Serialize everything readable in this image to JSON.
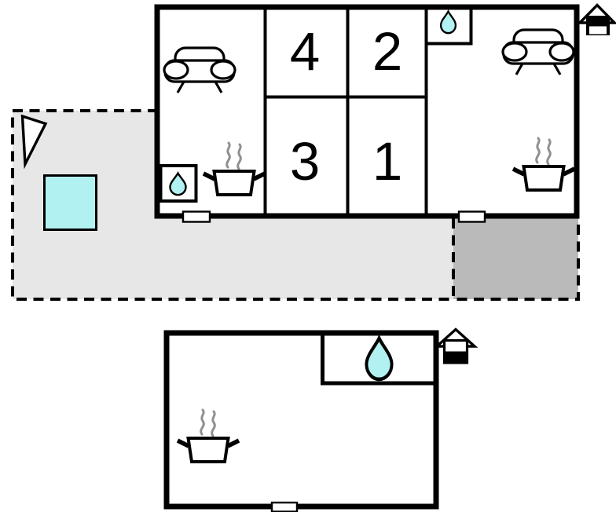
{
  "room_labels": {
    "r4": "4",
    "r2": "2",
    "r3": "3",
    "r1": "1"
  },
  "colors": {
    "background": "#ffffff",
    "wall": "#000000",
    "terrace_light": "#e7e7e7",
    "terrace_dark": "#bababa",
    "water": "#b2f1f1",
    "steam": "#909090"
  },
  "icons": {
    "sofa": "sofa-icon",
    "cooking_pot": "cooking-pot-icon",
    "water_drop": "water-drop-icon",
    "main_house": "main-house-icon",
    "annex_house": "annex-house-icon",
    "north_arrow": "north-arrow-icon",
    "hot_tub": "hot-tub-icon"
  }
}
